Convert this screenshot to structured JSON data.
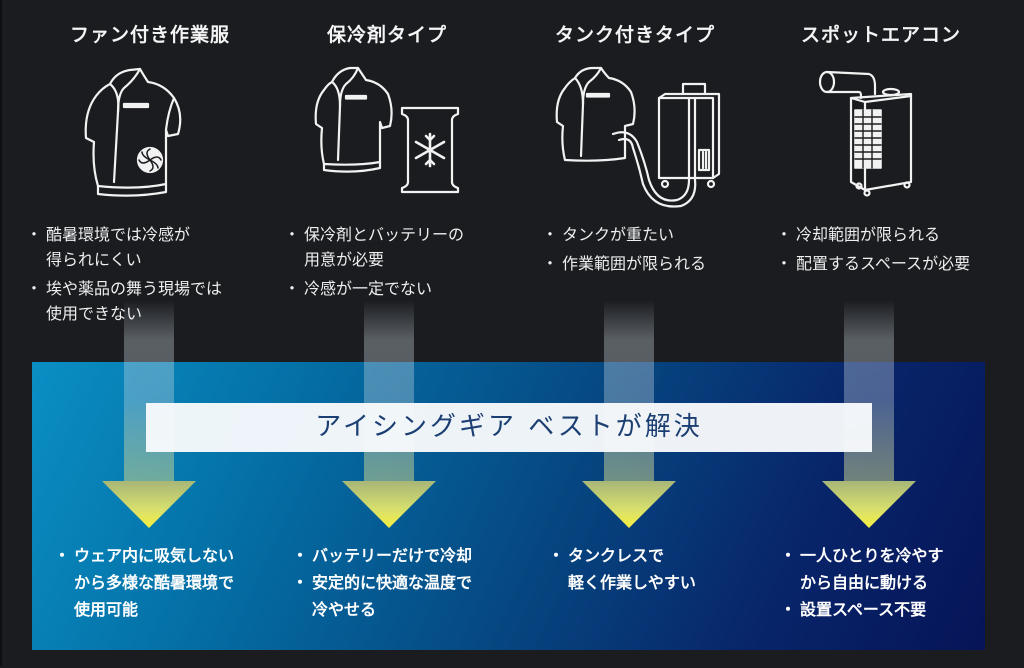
{
  "columns": [
    {
      "title": "ファン付き作業服",
      "icon": "fan-jacket-icon",
      "problems": [
        "酷暑環境では冷感が得られにくい",
        "埃や薬品の舞う現場では使用できない"
      ],
      "problem_lines": [
        [
          "酷暑環境では冷感が",
          "得られにくい"
        ],
        [
          "埃や薬品の舞う現場では",
          "使用できない"
        ]
      ],
      "solutions": [
        "ウェア内に吸気しないから多様な酷暑環境で使用可能"
      ],
      "solution_lines": [
        [
          "ウェア内に吸気しない",
          "から多様な酷暑環境で",
          "使用可能"
        ]
      ]
    },
    {
      "title": "保冷剤タイプ",
      "icon": "ice-pack-jacket-icon",
      "problems": [
        "保冷剤とバッテリーの用意が必要",
        "冷感が一定でない"
      ],
      "problem_lines": [
        [
          "保冷剤とバッテリーの",
          "用意が必要"
        ],
        [
          "冷感が一定でない"
        ]
      ],
      "solutions": [
        "バッテリーだけで冷却",
        "安定的に快適な温度で冷やせる"
      ],
      "solution_lines": [
        [
          "バッテリーだけで冷却"
        ],
        [
          "安定的に快適な温度で",
          "冷やせる"
        ]
      ]
    },
    {
      "title": "タンク付きタイプ",
      "icon": "tank-jacket-icon",
      "problems": [
        "タンクが重たい",
        "作業範囲が限られる"
      ],
      "problem_lines": [
        [
          "タンクが重たい"
        ],
        [
          "作業範囲が限られる"
        ]
      ],
      "solutions": [
        "タンクレスで軽く作業しやすい"
      ],
      "solution_lines": [
        [
          "タンクレスで",
          "軽く作業しやすい"
        ]
      ]
    },
    {
      "title": "スポットエアコン",
      "icon": "spot-air-conditioner-icon",
      "problems": [
        "冷却範囲が限られる",
        "配置するスペースが必要"
      ],
      "problem_lines": [
        [
          "冷却範囲が限られる"
        ],
        [
          "配置するスペースが必要"
        ]
      ],
      "solutions": [
        "一人ひとりを冷やすから自由に動ける",
        "設置スペース不要"
      ],
      "solution_lines": [
        [
          "一人ひとりを冷やす",
          "から自由に動ける"
        ],
        [
          "設置スペース不要"
        ]
      ]
    }
  ],
  "banner": {
    "text": "アイシングギア ベストが解決"
  },
  "colors": {
    "background": "#1a1c1f",
    "panel_start": "#0a8fc4",
    "panel_end": "#061457",
    "banner_bg": "#f8fafc",
    "banner_text": "#1c3f73",
    "arrow_tip": "#f6f040"
  }
}
